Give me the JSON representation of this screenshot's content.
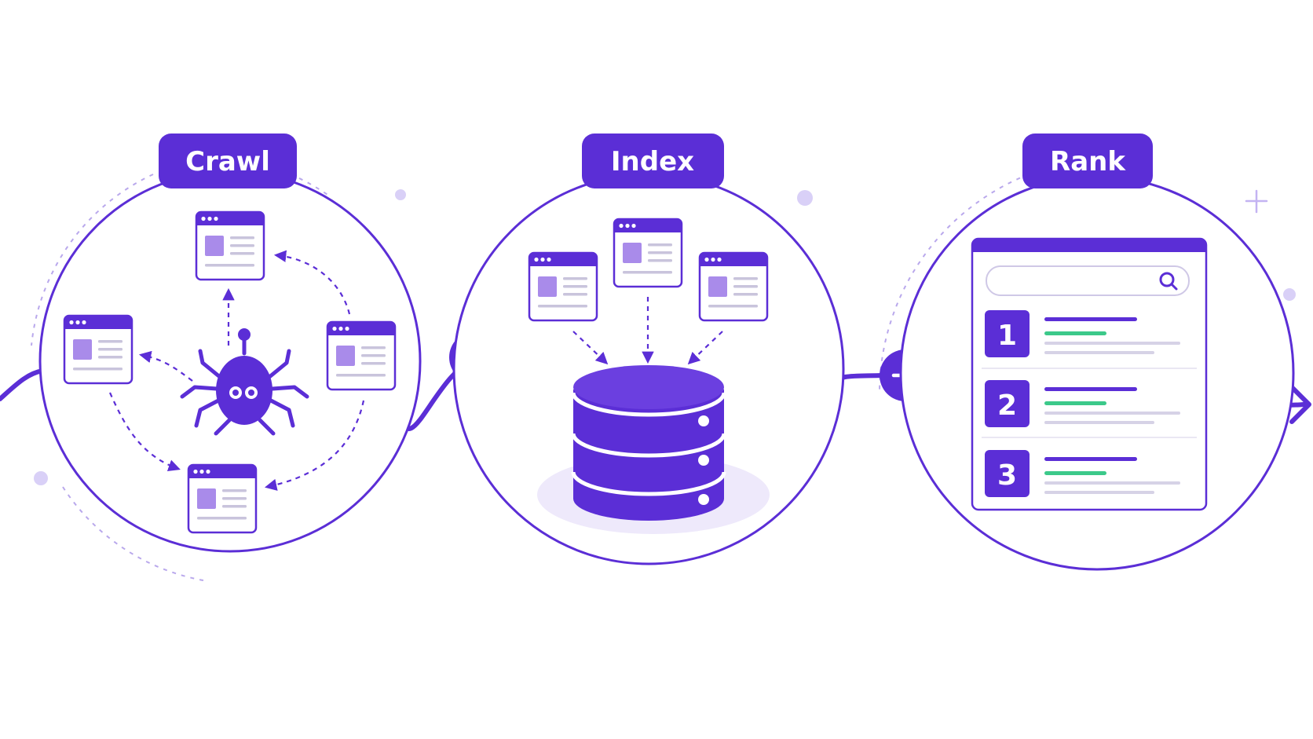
{
  "stages": [
    {
      "id": "crawl",
      "label": "Crawl"
    },
    {
      "id": "index",
      "label": "Index"
    },
    {
      "id": "rank",
      "label": "Rank"
    }
  ],
  "rank_results": [
    {
      "number": "1"
    },
    {
      "number": "2"
    },
    {
      "number": "3"
    }
  ],
  "colors": {
    "primary": "#5B2ED6",
    "primary_light": "#A98BEA",
    "primary_pale": "#EEE9FB",
    "accent_green": "#3CC98A",
    "line_grey": "#D6D2E6"
  },
  "icons": [
    "spider-icon",
    "browser-window-icon",
    "database-icon",
    "search-icon",
    "arrow-right-icon"
  ]
}
